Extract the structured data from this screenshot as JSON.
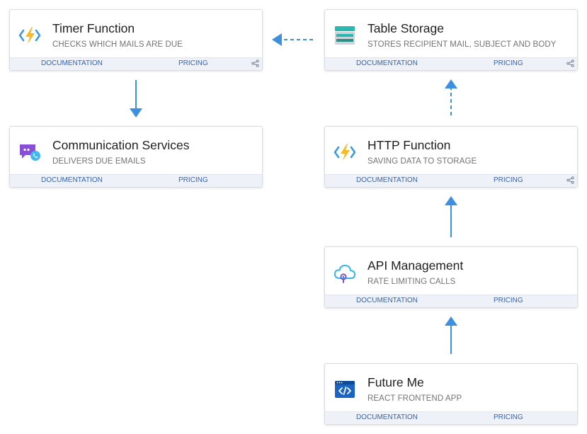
{
  "colors": {
    "arrow": "#3d8fe0",
    "footer_bg": "#eef2f8",
    "link": "#3a64a8",
    "subtitle": "#737373"
  },
  "cards": {
    "timer": {
      "icon": "azure-function-icon",
      "title": "Timer Function",
      "subtitle": "CHECKS WHICH MAILS ARE DUE",
      "doc": "DOCUMENTATION",
      "pricing": "PRICING",
      "share": true
    },
    "table": {
      "icon": "table-storage-icon",
      "title": "Table Storage",
      "subtitle": "STORES RECIPIENT MAIL, SUBJECT AND BODY",
      "doc": "DOCUMENTATION",
      "pricing": "PRICING",
      "share": true
    },
    "comm": {
      "icon": "communication-services-icon",
      "title": "Communication Services",
      "subtitle": "DELIVERS DUE EMAILS",
      "doc": "DOCUMENTATION",
      "pricing": "PRICING",
      "share": false
    },
    "http": {
      "icon": "azure-function-icon",
      "title": "HTTP Function",
      "subtitle": "SAVING DATA TO STORAGE",
      "doc": "DOCUMENTATION",
      "pricing": "PRICING",
      "share": true
    },
    "apim": {
      "icon": "api-management-icon",
      "title": "API Management",
      "subtitle": "RATE LIMITING CALLS",
      "doc": "DOCUMENTATION",
      "pricing": "PRICING",
      "share": false
    },
    "future": {
      "icon": "static-web-app-icon",
      "title": "Future Me",
      "subtitle": "REACT FRONTEND APP",
      "doc": "DOCUMENTATION",
      "pricing": "PRICING",
      "share": false
    }
  },
  "connections": [
    {
      "from": "future",
      "to": "apim",
      "style": "solid"
    },
    {
      "from": "apim",
      "to": "http",
      "style": "solid"
    },
    {
      "from": "http",
      "to": "table",
      "style": "dashed"
    },
    {
      "from": "table",
      "to": "timer",
      "style": "dashed"
    },
    {
      "from": "timer",
      "to": "comm",
      "style": "solid"
    }
  ]
}
